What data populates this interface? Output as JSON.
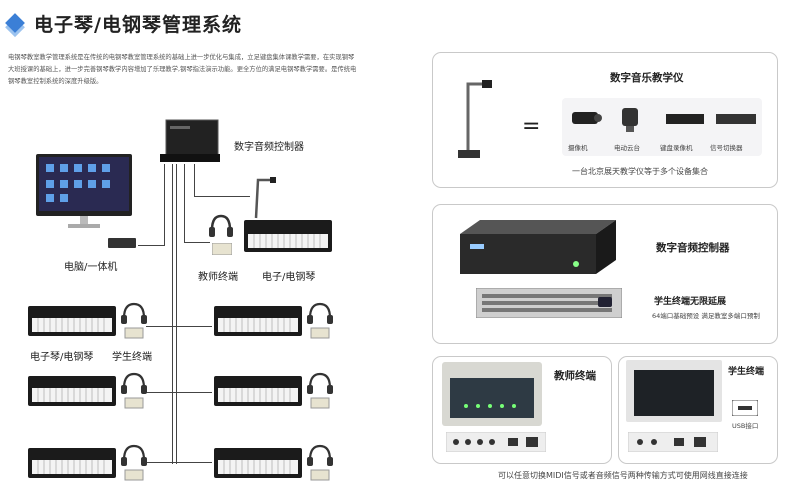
{
  "page": {
    "title": "电子琴/电钢琴管理系统",
    "description": "电钢琴教室教学管理系统是在传统的电钢琴教室管理系统的基础上进一步优化与集成，立足键盘集体课教学需要，在实现钢琴大班授课的基础上，进一步完善钢琴教学内容增加了乐理教学,钢琴指法演示功能。更全方位的满足电钢琴教学需要。是传统电钢琴教室控制系统的深度升级版。"
  },
  "diagram": {
    "controller_label": "数字音频控制器",
    "pc_label": "电脑/一体机",
    "teacher_label": "教师终端",
    "piano_label": "电子/电钢琴",
    "student_piano_label": "电子琴/电钢琴",
    "student_terminal_label": "学生终端"
  },
  "panel_music": {
    "title": "数字音乐教学仪",
    "equals": "=",
    "devices": [
      "摄像机",
      "电动云台",
      "键盘录像机",
      "信号切换器"
    ],
    "caption": "一台北京展天教学仪等于多个设备集合"
  },
  "panel_controller": {
    "title": "数字音频控制器",
    "ext_title": "学生终端无限延展",
    "ext_note": "64端口基础预设   满足教室多端口预制"
  },
  "panel_teacher": {
    "title": "教师终端"
  },
  "panel_student": {
    "title": "学生终端",
    "usb_label": "USB接口"
  },
  "footer": "可以任意切换MIDI信号或者音频信号两种传输方式可使用网线直接连接",
  "colors": {
    "accent": "#3b7fd6",
    "panel_border": "#c9c9c9"
  }
}
